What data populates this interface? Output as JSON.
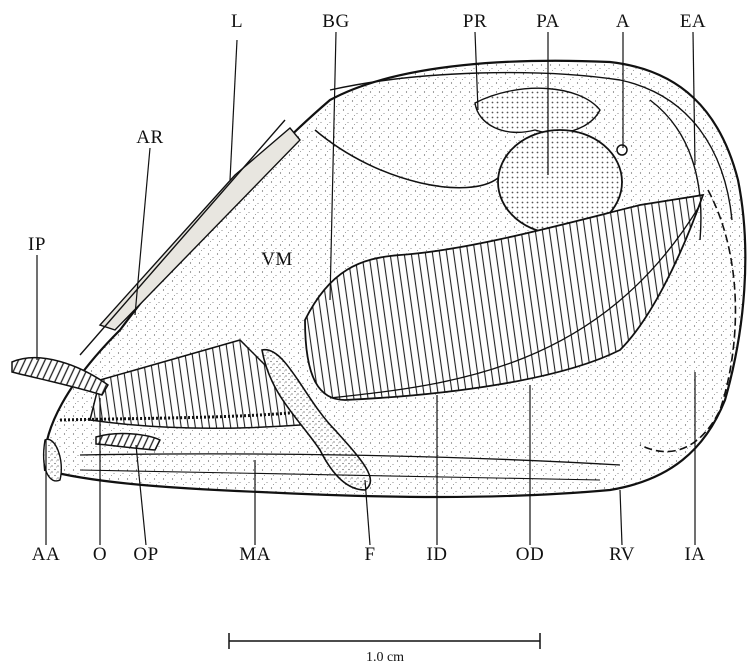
{
  "figure": {
    "labels": {
      "L": "L",
      "BG": "BG",
      "PR": "PR",
      "PA": "PA",
      "A": "A",
      "EA": "EA",
      "AR": "AR",
      "IP": "IP",
      "VM": "VM",
      "AA": "AA",
      "O": "O",
      "OP": "OP",
      "MA": "MA",
      "F": "F",
      "ID": "ID",
      "OD": "OD",
      "RV": "RV",
      "IA": "IA"
    },
    "scale_bar": {
      "label": "1.0 cm"
    },
    "colors": {
      "ink": "#111111",
      "paper": "#ffffff",
      "tissue": "#f3efe6"
    }
  }
}
